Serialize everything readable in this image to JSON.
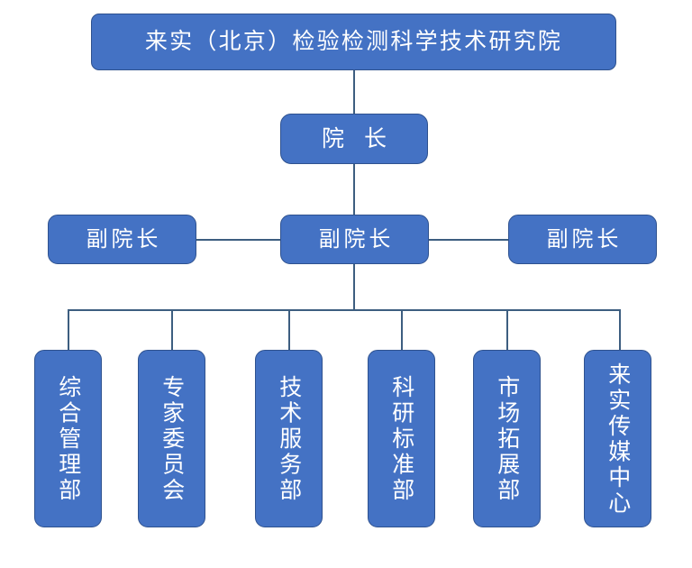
{
  "chart": {
    "type": "org-chart",
    "title": "来实（北京）检验检测科学技术研究院",
    "background_color": "#FFFFFF",
    "node_fill_color": "#4472C4",
    "node_border_color": "#2F528F",
    "node_text_color": "#FFFFFF",
    "connector_color": "#3D5E80"
  },
  "root": {
    "label": "来实（北京）检验检测科学技术研究院"
  },
  "director": {
    "label": "院 长"
  },
  "deputies": [
    {
      "label": "副院长",
      "position": "left"
    },
    {
      "label": "副院长",
      "position": "center"
    },
    {
      "label": "副院长",
      "position": "right"
    }
  ],
  "departments": [
    {
      "label": "综合管理部"
    },
    {
      "label": "专家委员会"
    },
    {
      "label": "技术服务部"
    },
    {
      "label": "科研标准部"
    },
    {
      "label": "市场拓展部"
    },
    {
      "label": "来实传媒中心"
    }
  ]
}
